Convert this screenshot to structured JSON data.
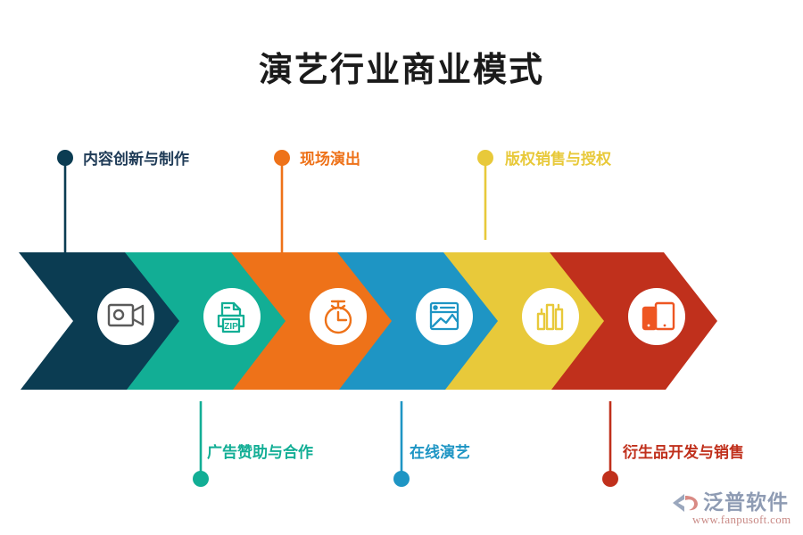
{
  "title": "演艺行业商业模式",
  "colors": {
    "navy": "#0B3C52",
    "teal": "#12AE95",
    "orange": "#EE7219",
    "blue": "#1E95C4",
    "yellow": "#E8C93A",
    "red": "#C0301C",
    "title": "#1a1a1a",
    "label_navy": "#1F3B57",
    "label_orange": "#EE7219",
    "label_yellow": "#E8C93A",
    "label_teal": "#12AE95",
    "label_blue": "#1E95C4",
    "label_red": "#C0301C",
    "icon_white": "#ffffff",
    "icon_gray": "#5A5A5A",
    "logo_text": "#8e9bb3",
    "logo_url": "#c98a86"
  },
  "steps": [
    {
      "label": "内容创新与制作",
      "color": "#0B3C52",
      "icon": "video-camera-icon",
      "icon_color": "#5A5A5A",
      "position": "top"
    },
    {
      "label": "广告赞助与合作",
      "color": "#12AE95",
      "icon": "zip-file-icon",
      "icon_color": "#12AE95",
      "position": "bottom"
    },
    {
      "label": "现场演出",
      "color": "#EE7219",
      "icon": "stopwatch-icon",
      "icon_color": "#EE7219",
      "position": "top"
    },
    {
      "label": "在线演艺",
      "color": "#1E95C4",
      "icon": "image-chart-icon",
      "icon_color": "#1E95C4",
      "position": "bottom"
    },
    {
      "label": "版权销售与授权",
      "color": "#E8C93A",
      "icon": "bar-chart-icon",
      "icon_color": "#E8C93A",
      "position": "top"
    },
    {
      "label": "衍生品开发与销售",
      "color": "#C0301C",
      "icon": "devices-icon",
      "icon_color": "#EE5622",
      "position": "bottom"
    }
  ],
  "logo": {
    "name": "泛普软件",
    "url": "www.fanpusoft.com",
    "mark": "fanpu-logo-icon"
  }
}
